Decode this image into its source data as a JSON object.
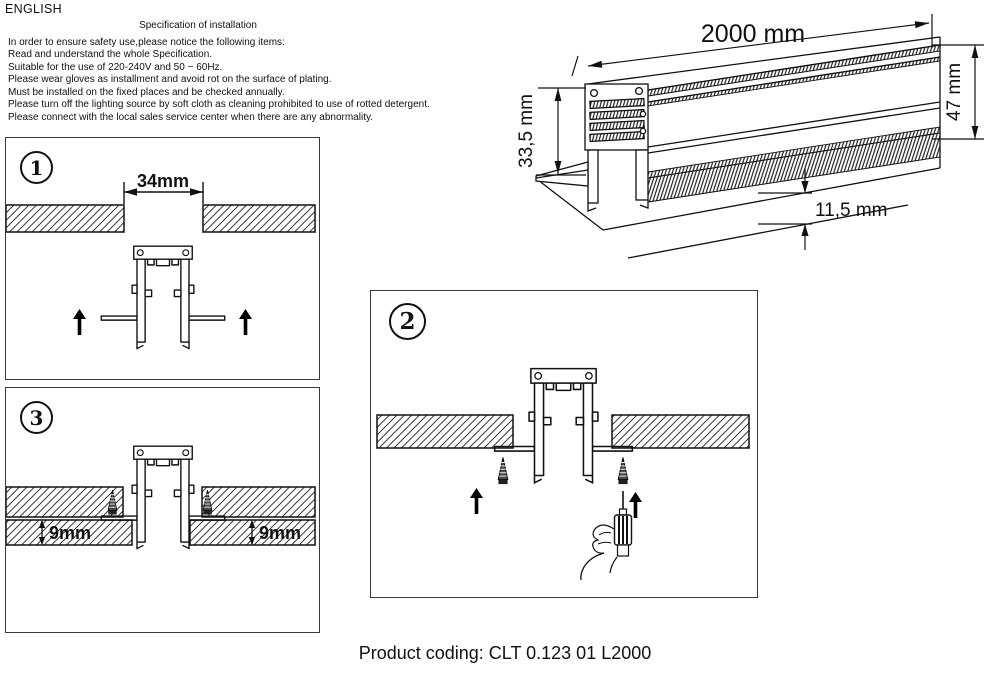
{
  "page": {
    "language_label": "ENGLISH",
    "title": "Specification of installation",
    "instructions": [
      "In order to ensure safety use,please notice the following items:",
      "Read and understand the whole Specification.",
      "Suitable for the use of 220-240V and 50 ~ 60Hz.",
      "Please wear gloves as installment and avoid rot on the surface of plating.",
      "Must be installed on the fixed places and be checked annually.",
      "Please turn off the lighting source by soft cloth as cleaning prohibited to use of rotted detergent.",
      "Please connect with the local sales service center when there are any abnormality."
    ],
    "product_coding": "Product coding: CLT 0.123 01 L2000"
  },
  "profile_3d": {
    "length": "2000 mm",
    "back_height": "33,5 mm",
    "front_height": "47 mm",
    "lip_depth": "11,5 mm"
  },
  "step1": {
    "number": "1",
    "cutout_width": "34mm"
  },
  "step2": {
    "number": "2"
  },
  "step3": {
    "number": "3",
    "board_thickness_left": "9mm",
    "board_thickness_right": "9mm"
  },
  "colors": {
    "line": "#1a1a1a",
    "background": "#ffffff"
  }
}
